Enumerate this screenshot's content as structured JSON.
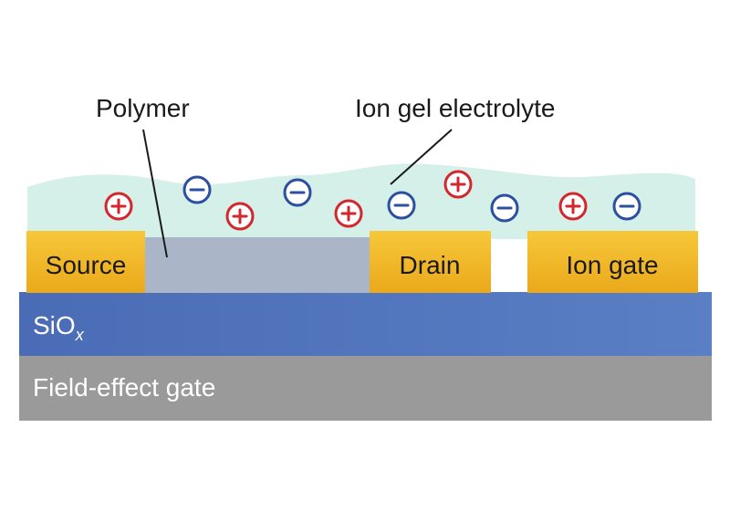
{
  "callouts": {
    "polymer": "Polymer",
    "electrolyte": "Ion gel electrolyte"
  },
  "electrodes": {
    "source": "Source",
    "drain": "Drain",
    "ion_gate": "Ion gate"
  },
  "layers": {
    "oxide_base": "SiO",
    "oxide_subscript": "x",
    "field_effect_gate": "Field-effect gate"
  },
  "ions": {
    "positive_symbol": "+",
    "negative_symbol": "−"
  },
  "colors": {
    "gel": "#d5efe9",
    "electrode": "#f3b824",
    "polymer": "#aab6c8",
    "oxide": "#4f73bd",
    "gate": "#9a9a9a",
    "positive_ion": "#d3272e",
    "negative_ion": "#2c4f9f"
  }
}
